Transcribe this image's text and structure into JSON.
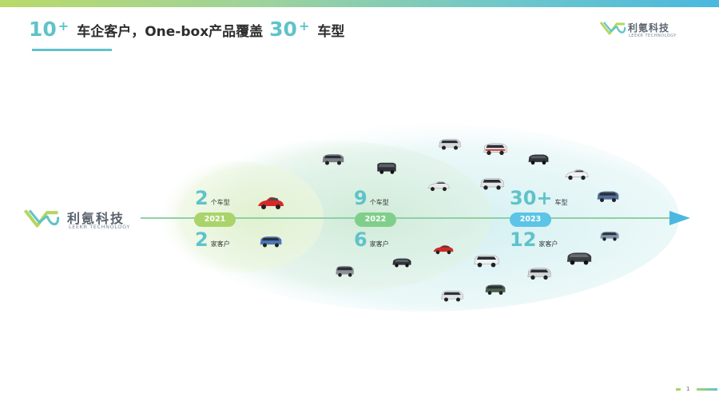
{
  "title": {
    "num1": "10",
    "sup1": "+",
    "text1": "车企客户，One-box产品覆盖",
    "num2": "30",
    "sup2": "+",
    "text2": "车型"
  },
  "logo": {
    "cn": "利氪科技",
    "en": "LEEKR TECHNOLOGY"
  },
  "timeline": [
    {
      "year": "2021",
      "models_count": "2",
      "models_unit": "个车型",
      "customers_count": "2",
      "customers_unit": "家客户",
      "pill_color": "#a9d46b"
    },
    {
      "year": "2022",
      "models_count": "9",
      "models_unit": "个车型",
      "customers_count": "6",
      "customers_unit": "家客户",
      "pill_color": "#7fcf8a"
    },
    {
      "year": "2023",
      "models_count": "30+",
      "models_unit": "车型",
      "customers_count": "12",
      "customers_unit": "家客户",
      "pill_color": "#5cc4e6"
    }
  ],
  "colors": {
    "accent": "#5fc3c9",
    "timeline_line": "#8fd0a6",
    "arrow": "#4bb8df"
  },
  "page_number": "1"
}
